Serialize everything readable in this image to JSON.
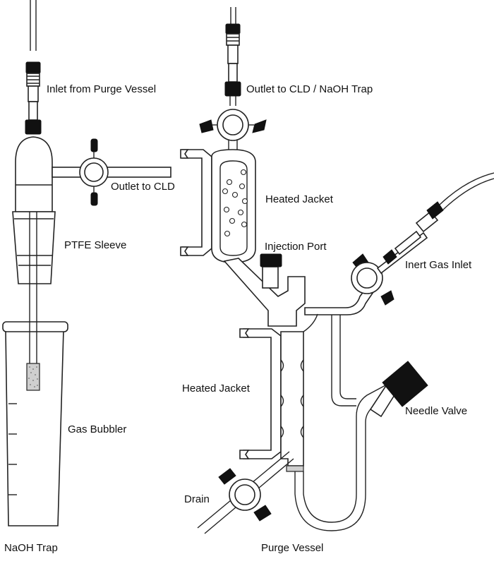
{
  "labels": {
    "inlet_from_purge_vessel": "Inlet from Purge Vessel",
    "outlet_to_cld": "Outlet to CLD",
    "ptfe_sleeve": "PTFE Sleeve",
    "gas_bubbler": "Gas Bubbler",
    "naoh_trap": "NaOH Trap",
    "outlet_to_cld_naoh_trap": "Outlet to CLD / NaOH Trap",
    "heated_jacket_top": "Heated Jacket",
    "injection_port": "Injection Port",
    "inert_gas_inlet": "Inert Gas Inlet",
    "heated_jacket_bottom": "Heated Jacket",
    "needle_valve": "Needle Valve",
    "drain": "Drain",
    "purge_vessel": "Purge Vessel"
  }
}
